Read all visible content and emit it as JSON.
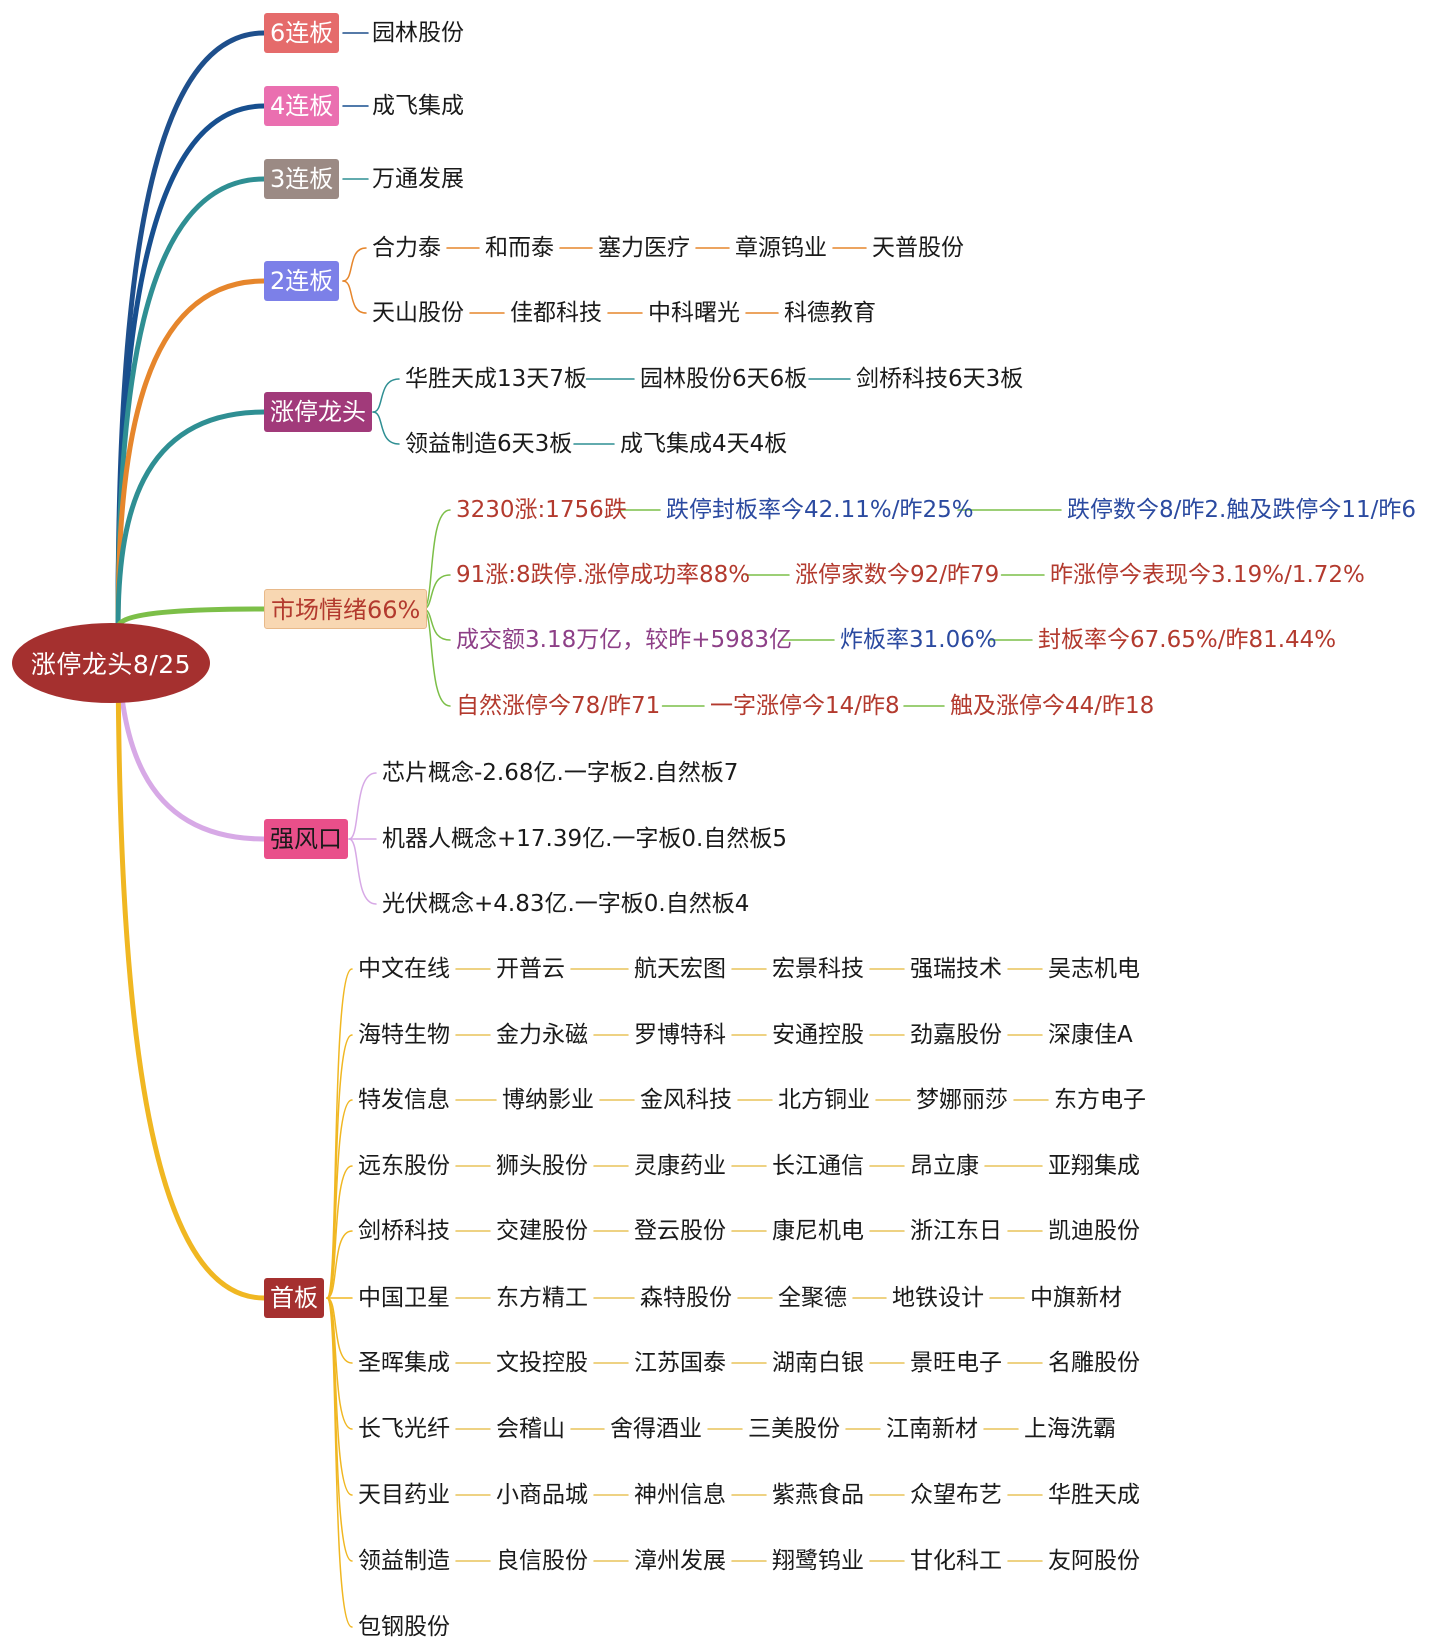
{
  "root": {
    "label": "涨停龙头8/25"
  },
  "branches": {
    "b6": {
      "label": "6连板",
      "color": "#e56b6b",
      "line": "#1e4f8c"
    },
    "b4": {
      "label": "4连板",
      "color": "#ea6fb0",
      "line": "#174f8f"
    },
    "b3": {
      "label": "3连板",
      "color": "#9b8a84",
      "line": "#2f8f93"
    },
    "b2": {
      "label": "2连板",
      "color": "#7c80e8",
      "line": "#e6862c"
    },
    "dragon": {
      "label": "涨停龙头",
      "color": "#a13a7a",
      "line": "#2f8f93"
    },
    "mood": {
      "label": "市场情绪66%",
      "color": "#f8d7b2",
      "text_color": "#b33a2e",
      "line": "#7cbf48"
    },
    "wind": {
      "label": "强风口",
      "color": "#e94f8a",
      "text_color": "#1a1a1a",
      "line": "#d7a9e6"
    },
    "first": {
      "label": "首板",
      "color": "#a5302f",
      "line": "#f0b722"
    }
  },
  "leaves": {
    "b6": [
      "园林股份"
    ],
    "b4": [
      "成飞集成"
    ],
    "b3": [
      "万通发展"
    ],
    "b2": [
      [
        "合力泰",
        "和而泰",
        "塞力医疗",
        "章源钨业",
        "天普股份"
      ],
      [
        "天山股份",
        "佳都科技",
        "中科曙光",
        "科德教育"
      ]
    ],
    "dragon": [
      [
        "华胜天成13天7板",
        "园林股份6天6板",
        "剑桥科技6天3板"
      ],
      [
        "领益制造6天3板",
        "成飞集成4天4板"
      ]
    ],
    "mood": [
      [
        "3230涨:1756跌",
        "跌停封板率今42.11%/昨25%",
        "跌停数今8/昨2.触及跌停今11/昨6"
      ],
      [
        "91涨:8跌停.涨停成功率88%",
        "涨停家数今92/昨79",
        "昨涨停今表现今3.19%/1.72%"
      ],
      [
        "成交额3.18万亿，较昨+5983亿",
        "炸板率31.06%",
        "封板率今67.65%/昨81.44%"
      ],
      [
        "自然涨停今78/昨71",
        "一字涨停今14/昨8",
        "触及涨停今44/昨18"
      ]
    ],
    "wind": [
      "芯片概念-2.68亿.一字板2.自然板7",
      "机器人概念+17.39亿.一字板0.自然板5",
      "光伏概念+4.83亿.一字板0.自然板4"
    ],
    "first": [
      [
        "中文在线",
        "开普云",
        "航天宏图",
        "宏景科技",
        "强瑞技术",
        "吴志机电"
      ],
      [
        "海特生物",
        "金力永磁",
        "罗博特科",
        "安通控股",
        "劲嘉股份",
        "深康佳A"
      ],
      [
        "特发信息",
        "博纳影业",
        "金风科技",
        "北方铜业",
        "梦娜丽莎",
        "东方电子"
      ],
      [
        "远东股份",
        "狮头股份",
        "灵康药业",
        "长江通信",
        "昂立康",
        "亚翔集成"
      ],
      [
        "剑桥科技",
        "交建股份",
        "登云股份",
        "康尼机电",
        "浙江东日",
        "凯迪股份"
      ],
      [
        "中国卫星",
        "东方精工",
        "森特股份",
        "全聚德",
        "地铁设计",
        "中旗新材"
      ],
      [
        "圣晖集成",
        "文投控股",
        "江苏国泰",
        "湖南白银",
        "景旺电子",
        "名雕股份"
      ],
      [
        "长飞光纤",
        "会稽山",
        "舍得酒业",
        "三美股份",
        "江南新材",
        "上海洗霸"
      ],
      [
        "天目药业",
        "小商品城",
        "神州信息",
        "紫燕食品",
        "众望布艺",
        "华胜天成"
      ],
      [
        "领益制造",
        "良信股份",
        "漳州发展",
        "翔鹭钨业",
        "甘化科工",
        "友阿股份"
      ],
      [
        "包钢股份"
      ]
    ]
  }
}
